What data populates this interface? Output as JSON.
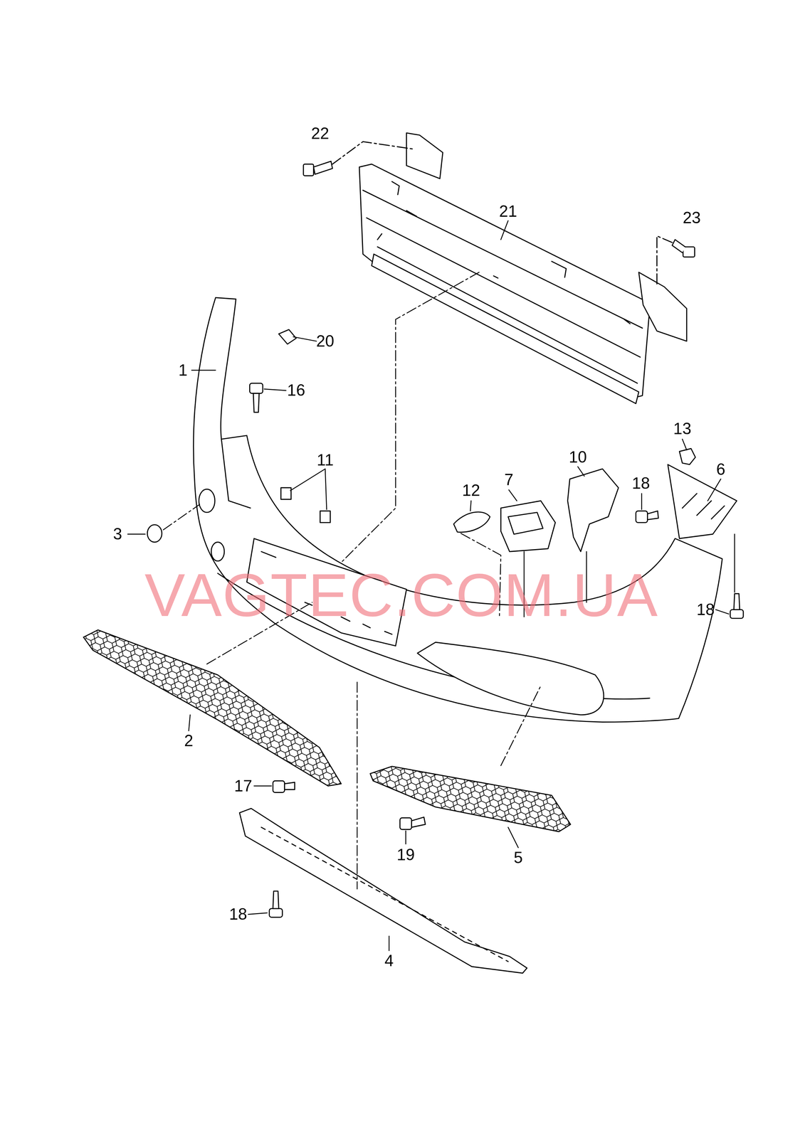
{
  "diagram": {
    "labels": [
      "22",
      "21",
      "23",
      "20",
      "1",
      "16",
      "11",
      "13",
      "10",
      "6",
      "12",
      "7",
      "18",
      "3",
      "18",
      "VAGTEC.COM.UA",
      "2",
      "17",
      "19",
      "5",
      "18",
      "4"
    ]
  }
}
